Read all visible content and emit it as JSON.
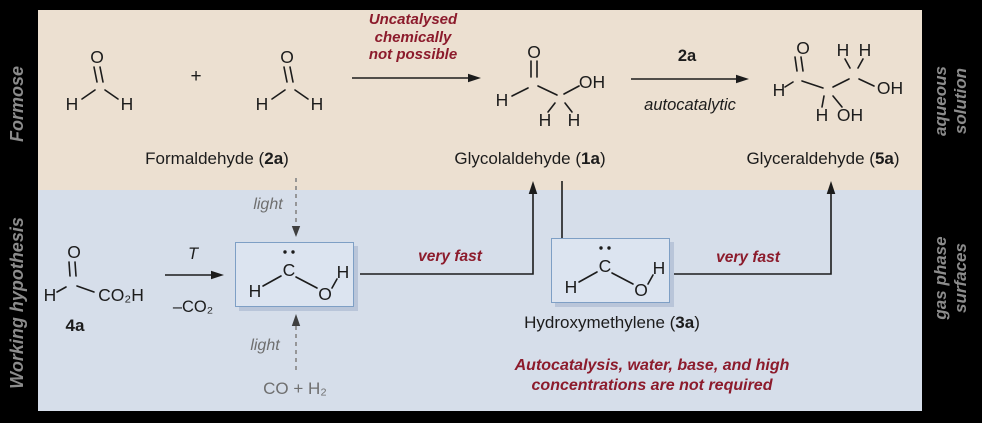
{
  "side_labels": {
    "formose": "Formose",
    "working_hypothesis": "Working hypothesis",
    "aqueous_line1": "aqueous",
    "aqueous_line2": "solution",
    "gas_line1": "gas phase",
    "gas_line2": "surfaces"
  },
  "compounds": {
    "formaldehyde": {
      "name": "Formaldehyde (",
      "code": "2a",
      "suffix": ")"
    },
    "glycolaldehyde": {
      "name": "Glycolaldehyde (",
      "code": "1a",
      "suffix": ")"
    },
    "glyceraldehyde": {
      "name": "Glyceraldehyde (",
      "code": "5a",
      "suffix": ")"
    },
    "hydroxymethylene": {
      "name": "Hydroxymethylene (",
      "code": "3a",
      "suffix": ")"
    },
    "glyoxylic_code": "4a"
  },
  "annotations": {
    "uncatalysed_line1": "Uncatalysed",
    "uncatalysed_line2": "chemically",
    "uncatalysed_line3": "not possible",
    "plus": "+",
    "reagent": "2a",
    "autocatalytic": "autocatalytic",
    "temperature": "T",
    "minus_co2": "–CO₂",
    "light_top": "light",
    "light_bottom": "light",
    "co_h2": "CO + H₂",
    "very_fast_left": "very fast",
    "very_fast_right": "very fast",
    "required_line1": "Autocatalysis, water, base, and high",
    "required_line2": "concentrations are not required"
  },
  "atoms": {
    "formaldehyde1": {
      "o": "O",
      "h1": "H",
      "h2": "H"
    },
    "formaldehyde2": {
      "o": "O",
      "h1": "H",
      "h2": "H"
    },
    "glycolaldehyde": {
      "o": "O",
      "h_left": "H",
      "oh": "OH",
      "h1": "H",
      "h2": "H"
    },
    "glyceraldehyde": {
      "o": "O",
      "h_left": "H",
      "h_top1": "H",
      "h_top2": "H",
      "oh_right": "OH",
      "h_bottom": "H",
      "oh_bottom": "OH"
    },
    "glyoxylic": {
      "o": "O",
      "h": "H",
      "co2h": "CO₂H"
    },
    "carbene_left": {
      "h1": "H",
      "c": "C",
      "o": "O",
      "h2": "H"
    },
    "carbene_right": {
      "h1": "H",
      "c": "C",
      "o": "O",
      "h2": "H"
    }
  },
  "colors": {
    "panel_top_bg": "#ece0d1",
    "panel_bottom_bg": "#d6deea",
    "accent_red": "#8c1b2c",
    "side_label_gray": "#8c8c8c",
    "muted_gray": "#6f6f6f",
    "bond_black": "#1c1c1c",
    "box_border": "#7e9fc5",
    "box_bg": "#dce4f0",
    "box_shadow": "#b9c5d9"
  }
}
